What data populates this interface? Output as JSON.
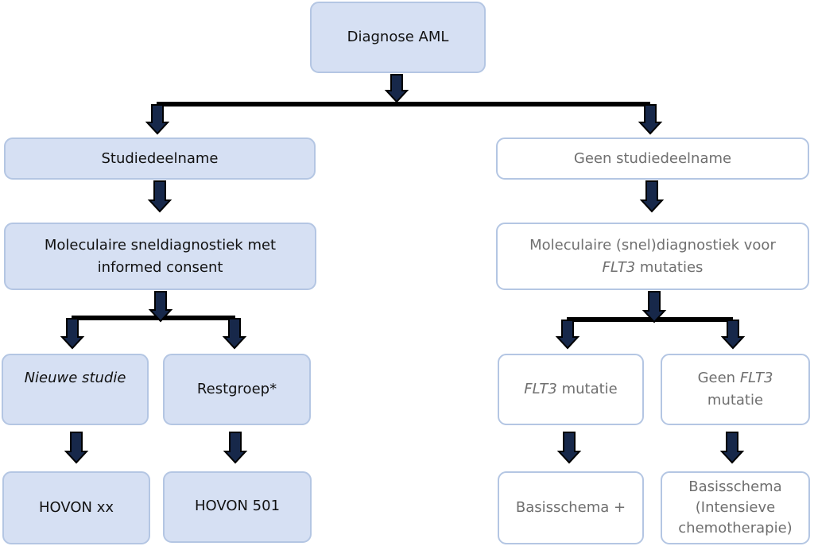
{
  "nodes": {
    "diagnose": {
      "text": "Diagnose AML"
    },
    "studie": {
      "text": "Studiedeelname"
    },
    "geen_studie": {
      "text": "Geen studiedeelname"
    },
    "mol_snel": {
      "line1": "Moleculaire sneldiagnostiek met",
      "line2": "informed consent"
    },
    "mol_flt3": {
      "line1": "Moleculaire (snel)diagnostiek voor",
      "line2_italic": "FLT3",
      "line2_rest": " mutaties"
    },
    "nieuwe_studie": {
      "text": "Nieuwe studie"
    },
    "restgroep": {
      "text": "Restgroep*"
    },
    "flt3_mutatie": {
      "italic": "FLT3",
      "rest": " mutatie"
    },
    "geen_flt3": {
      "prefix": "Geen ",
      "italic": "FLT3",
      "line2": "mutatie"
    },
    "hovon_xx": {
      "text": "HOVON xx"
    },
    "hovon_501": {
      "text": "HOVON 501"
    },
    "basisschema_plus": {
      "text": "Basisschema +"
    },
    "basisschema_int": {
      "line1": "Basisschema",
      "line2": "(Intensieve",
      "line3": "chemotherapie)"
    }
  },
  "colors": {
    "blue_fill": "#d6e0f3",
    "border": "#b4c6e3",
    "connector": "#000000",
    "arrow_fill": "#17284a",
    "muted_text": "#6f6f6f"
  }
}
